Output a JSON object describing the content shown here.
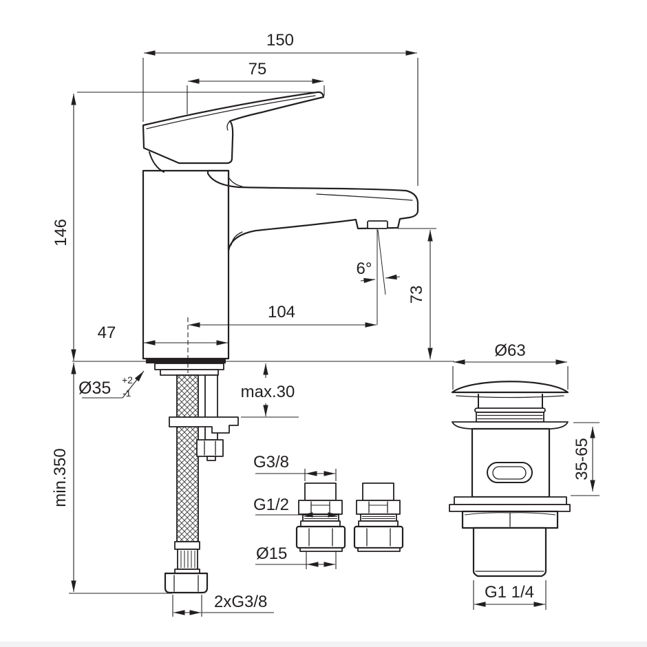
{
  "page": {
    "background": "#ffffff",
    "line_color": "#231f20",
    "description": "basin-mixer technical dimension drawing"
  },
  "mixer_view": {
    "total_width": "150",
    "handle_length": "75",
    "height": "146",
    "body_width": "47",
    "spout_reach": "104",
    "spout_outlet_height": "73",
    "spray_angle": "6°",
    "hole": {
      "diameter": "Ø35",
      "tol_plus": "+2",
      "tol_minus": "-1"
    },
    "deck_thickness": "max.30",
    "hose_length": "min.350",
    "hose_connection": "2xG3/8"
  },
  "fittings_view": {
    "top_thread": "G3/8",
    "mid_thread": "G1/2",
    "pipe_diameter": "Ø15"
  },
  "waste_view": {
    "cap_diameter": "Ø63",
    "clamp_range": "35-65",
    "outlet_thread": "G1 1/4"
  }
}
